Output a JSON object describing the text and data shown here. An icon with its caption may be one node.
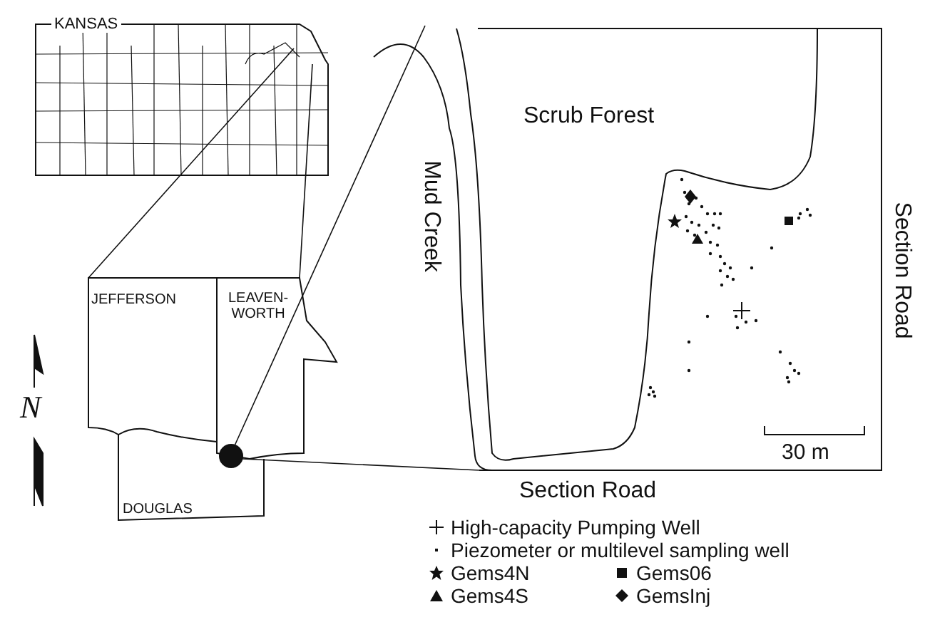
{
  "diagram": {
    "labels": [
      "KANSAS",
      "Scrub Forest",
      "Mud Creek",
      "Section Road",
      "JEFFERSON",
      "LEAVEN- WORTH",
      "N",
      "30 m",
      "Section Road",
      "DOUGLAS"
    ],
    "legend": [
      {
        "text": "High-capacity Pumping Well"
      },
      {
        "text": "Piezometer or multilevel sampling well"
      },
      {
        "text": "Gems4N"
      },
      {
        "text": "Gems06"
      },
      {
        "text": "Gems4S"
      },
      {
        "text": "GemsInj"
      }
    ]
  }
}
